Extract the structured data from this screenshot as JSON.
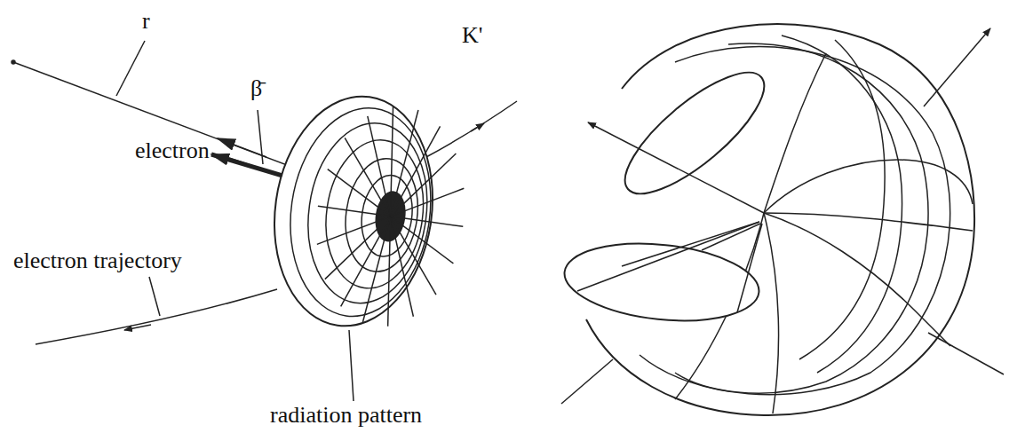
{
  "diagram": {
    "labels": [
      "r",
      "β̄",
      "K'",
      "electron",
      "electron trajectory",
      "radiation pattern"
    ]
  }
}
